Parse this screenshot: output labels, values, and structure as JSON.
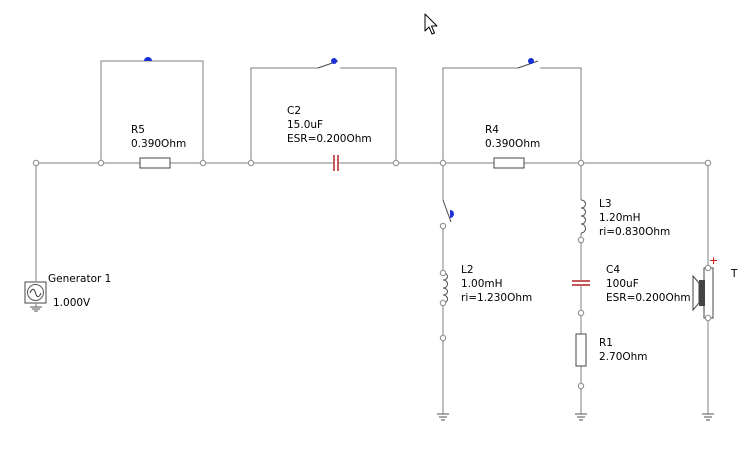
{
  "components": {
    "r5": {
      "name": "R5",
      "value": "0.390Ohm"
    },
    "c2": {
      "name": "C2",
      "value": "15.0uF",
      "esr": "ESR=0.200Ohm"
    },
    "r4": {
      "name": "R4",
      "value": "0.390Ohm"
    },
    "l3": {
      "name": "L3",
      "value": "1.20mH",
      "ri": "ri=0.830Ohm"
    },
    "c4": {
      "name": "C4",
      "value": "100uF",
      "esr": "ESR=0.200Ohm"
    },
    "r1": {
      "name": "R1",
      "value": "2.70Ohm"
    },
    "l2": {
      "name": "L2",
      "value": "1.00mH",
      "ri": "ri=1.230Ohm"
    },
    "generator": {
      "name": "Generator 1",
      "value": "1.000V"
    },
    "speaker": {
      "name": "T",
      "polarity": "+"
    }
  },
  "colors": {
    "wire": "#7f7f7f",
    "switch_knob": "#1a2fd6",
    "capacitor": "#b22222",
    "speaker_plus": "#cc0000",
    "label": "#000000"
  },
  "icons": {
    "cursor": "mouse-pointer-icon",
    "switches": "switch-icon",
    "ground": "ground-icon",
    "generator": "ac-source-icon",
    "speaker": "speaker-icon"
  }
}
